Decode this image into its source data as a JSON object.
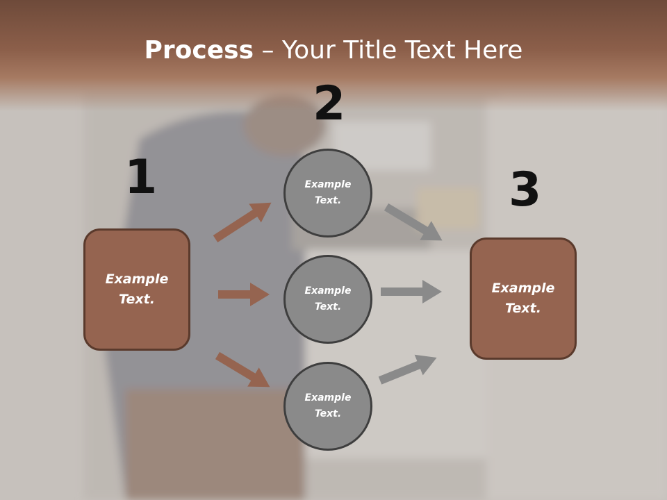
{
  "title": {
    "bold": "Process",
    "rest": " – Your Title Text Here"
  },
  "steps": [
    {
      "number": "1",
      "box_text": "Example Text."
    },
    {
      "number": "2",
      "circles": [
        "Example Text.",
        "Example Text.",
        "Example Text."
      ]
    },
    {
      "number": "3",
      "box_text": "Example Text."
    }
  ],
  "colors": {
    "brown": "#956450",
    "gray": "#8a8a8a",
    "header": "#8c5f4a"
  }
}
